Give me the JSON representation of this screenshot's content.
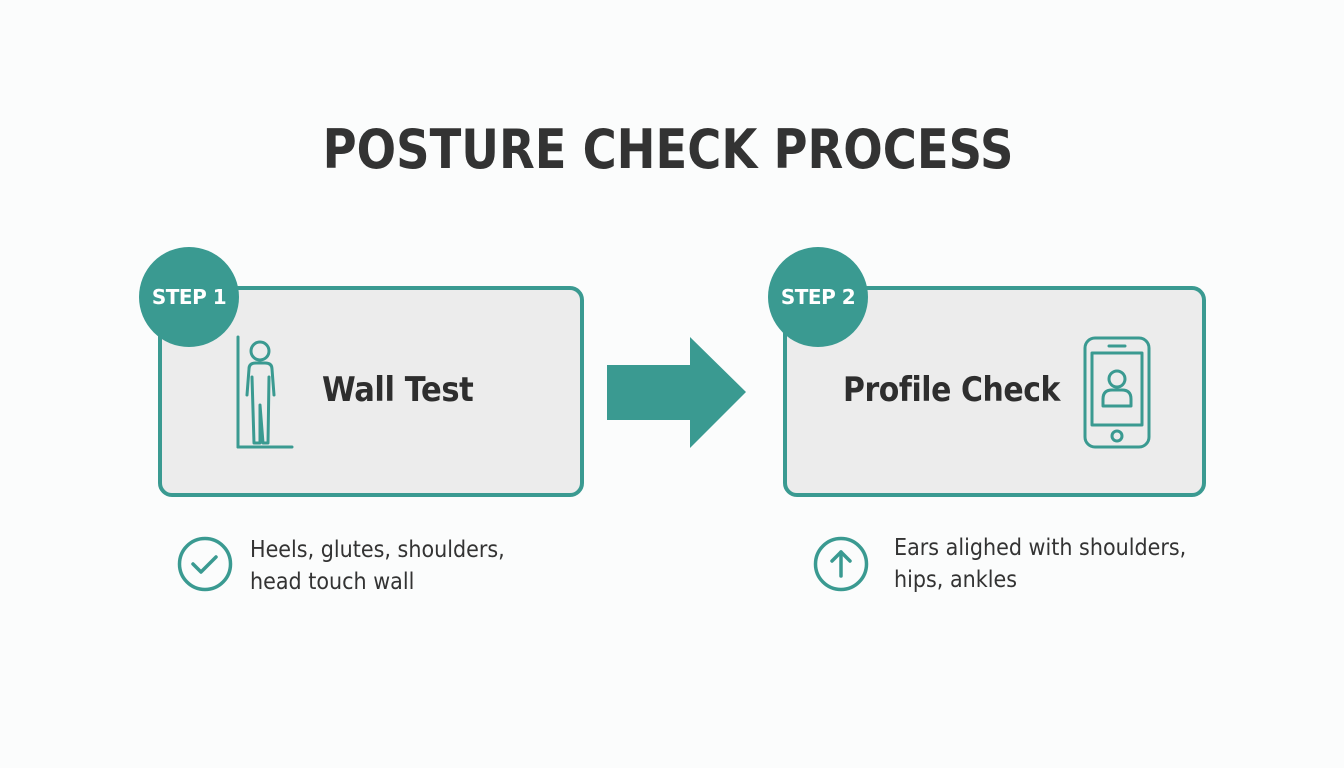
{
  "title": "POSTURE CHECK PROCESS",
  "colors": {
    "accent": "#3a9a91",
    "card_bg": "#ececec",
    "text": "#333333",
    "background": "#fbfcfc"
  },
  "steps": [
    {
      "badge": "STEP 1",
      "title": "Wall Test",
      "icon": "person-against-wall-icon",
      "note_icon": "check-circle-icon",
      "note_lines": [
        "Heels, glutes, shoulders,",
        "head touch wall"
      ]
    },
    {
      "badge": "STEP 2",
      "title": "Profile Check",
      "icon": "smartphone-profile-icon",
      "note_icon": "arrow-up-circle-icon",
      "note_lines": [
        "Ears alighed with shoulders,",
        "hips, ankles"
      ]
    }
  ],
  "connector_icon": "arrow-right-icon"
}
